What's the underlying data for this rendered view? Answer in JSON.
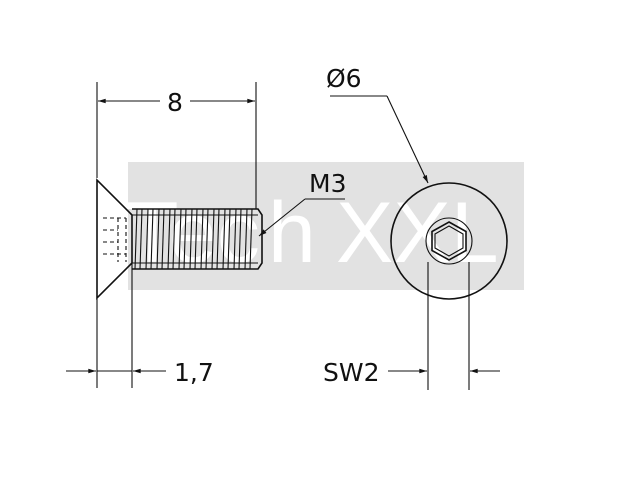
{
  "watermark": {
    "text_prefix": "Tec",
    "text_suffix": "XXL",
    "text_h": "h",
    "background_color": "#e2e2e2"
  },
  "dimensions": {
    "length": "8",
    "head_diameter": "Ø6",
    "thread": "M3",
    "head_height": "1,7",
    "wrench_size": "SW2"
  },
  "colors": {
    "line": "#111111",
    "background": "#ffffff"
  }
}
